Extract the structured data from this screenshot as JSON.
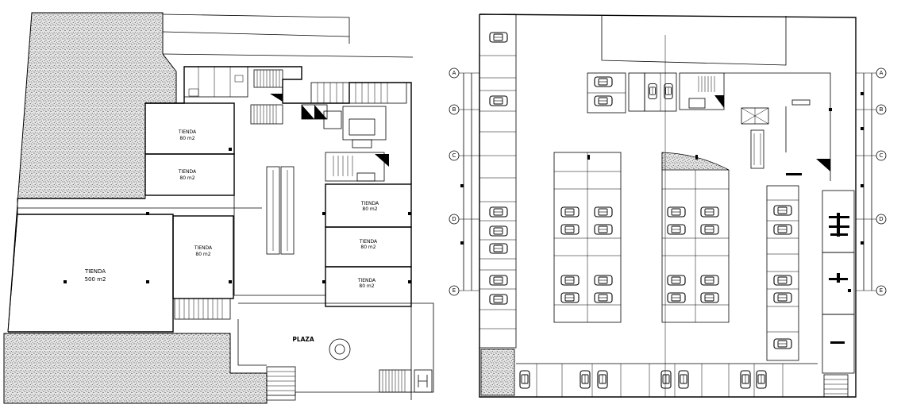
{
  "left_plan": {
    "rooms": [
      {
        "id": "tienda-1",
        "name": "TIENDA",
        "area": "80 m2"
      },
      {
        "id": "tienda-2",
        "name": "TIENDA",
        "area": "80 m2"
      },
      {
        "id": "tienda-3",
        "name": "TIENDA",
        "area": "80 m2"
      },
      {
        "id": "tienda-4",
        "name": "TIENDA",
        "area": "80 m2"
      },
      {
        "id": "tienda-5",
        "name": "TIENDA",
        "area": "80 m2"
      },
      {
        "id": "tienda-6",
        "name": "TIENDA",
        "area": "80 m2"
      },
      {
        "id": "tienda-big",
        "name": "TIENDA",
        "area": "500 m2"
      }
    ],
    "plaza_label": "PLAZA"
  },
  "right_plan": {
    "grid_axes_left": [
      "A",
      "B",
      "C",
      "D",
      "E"
    ],
    "grid_axes_right": [
      "A",
      "B",
      "C",
      "D",
      "E"
    ]
  },
  "colors": {
    "line": "#000000",
    "background": "#ffffff",
    "hatch": "#000000"
  }
}
